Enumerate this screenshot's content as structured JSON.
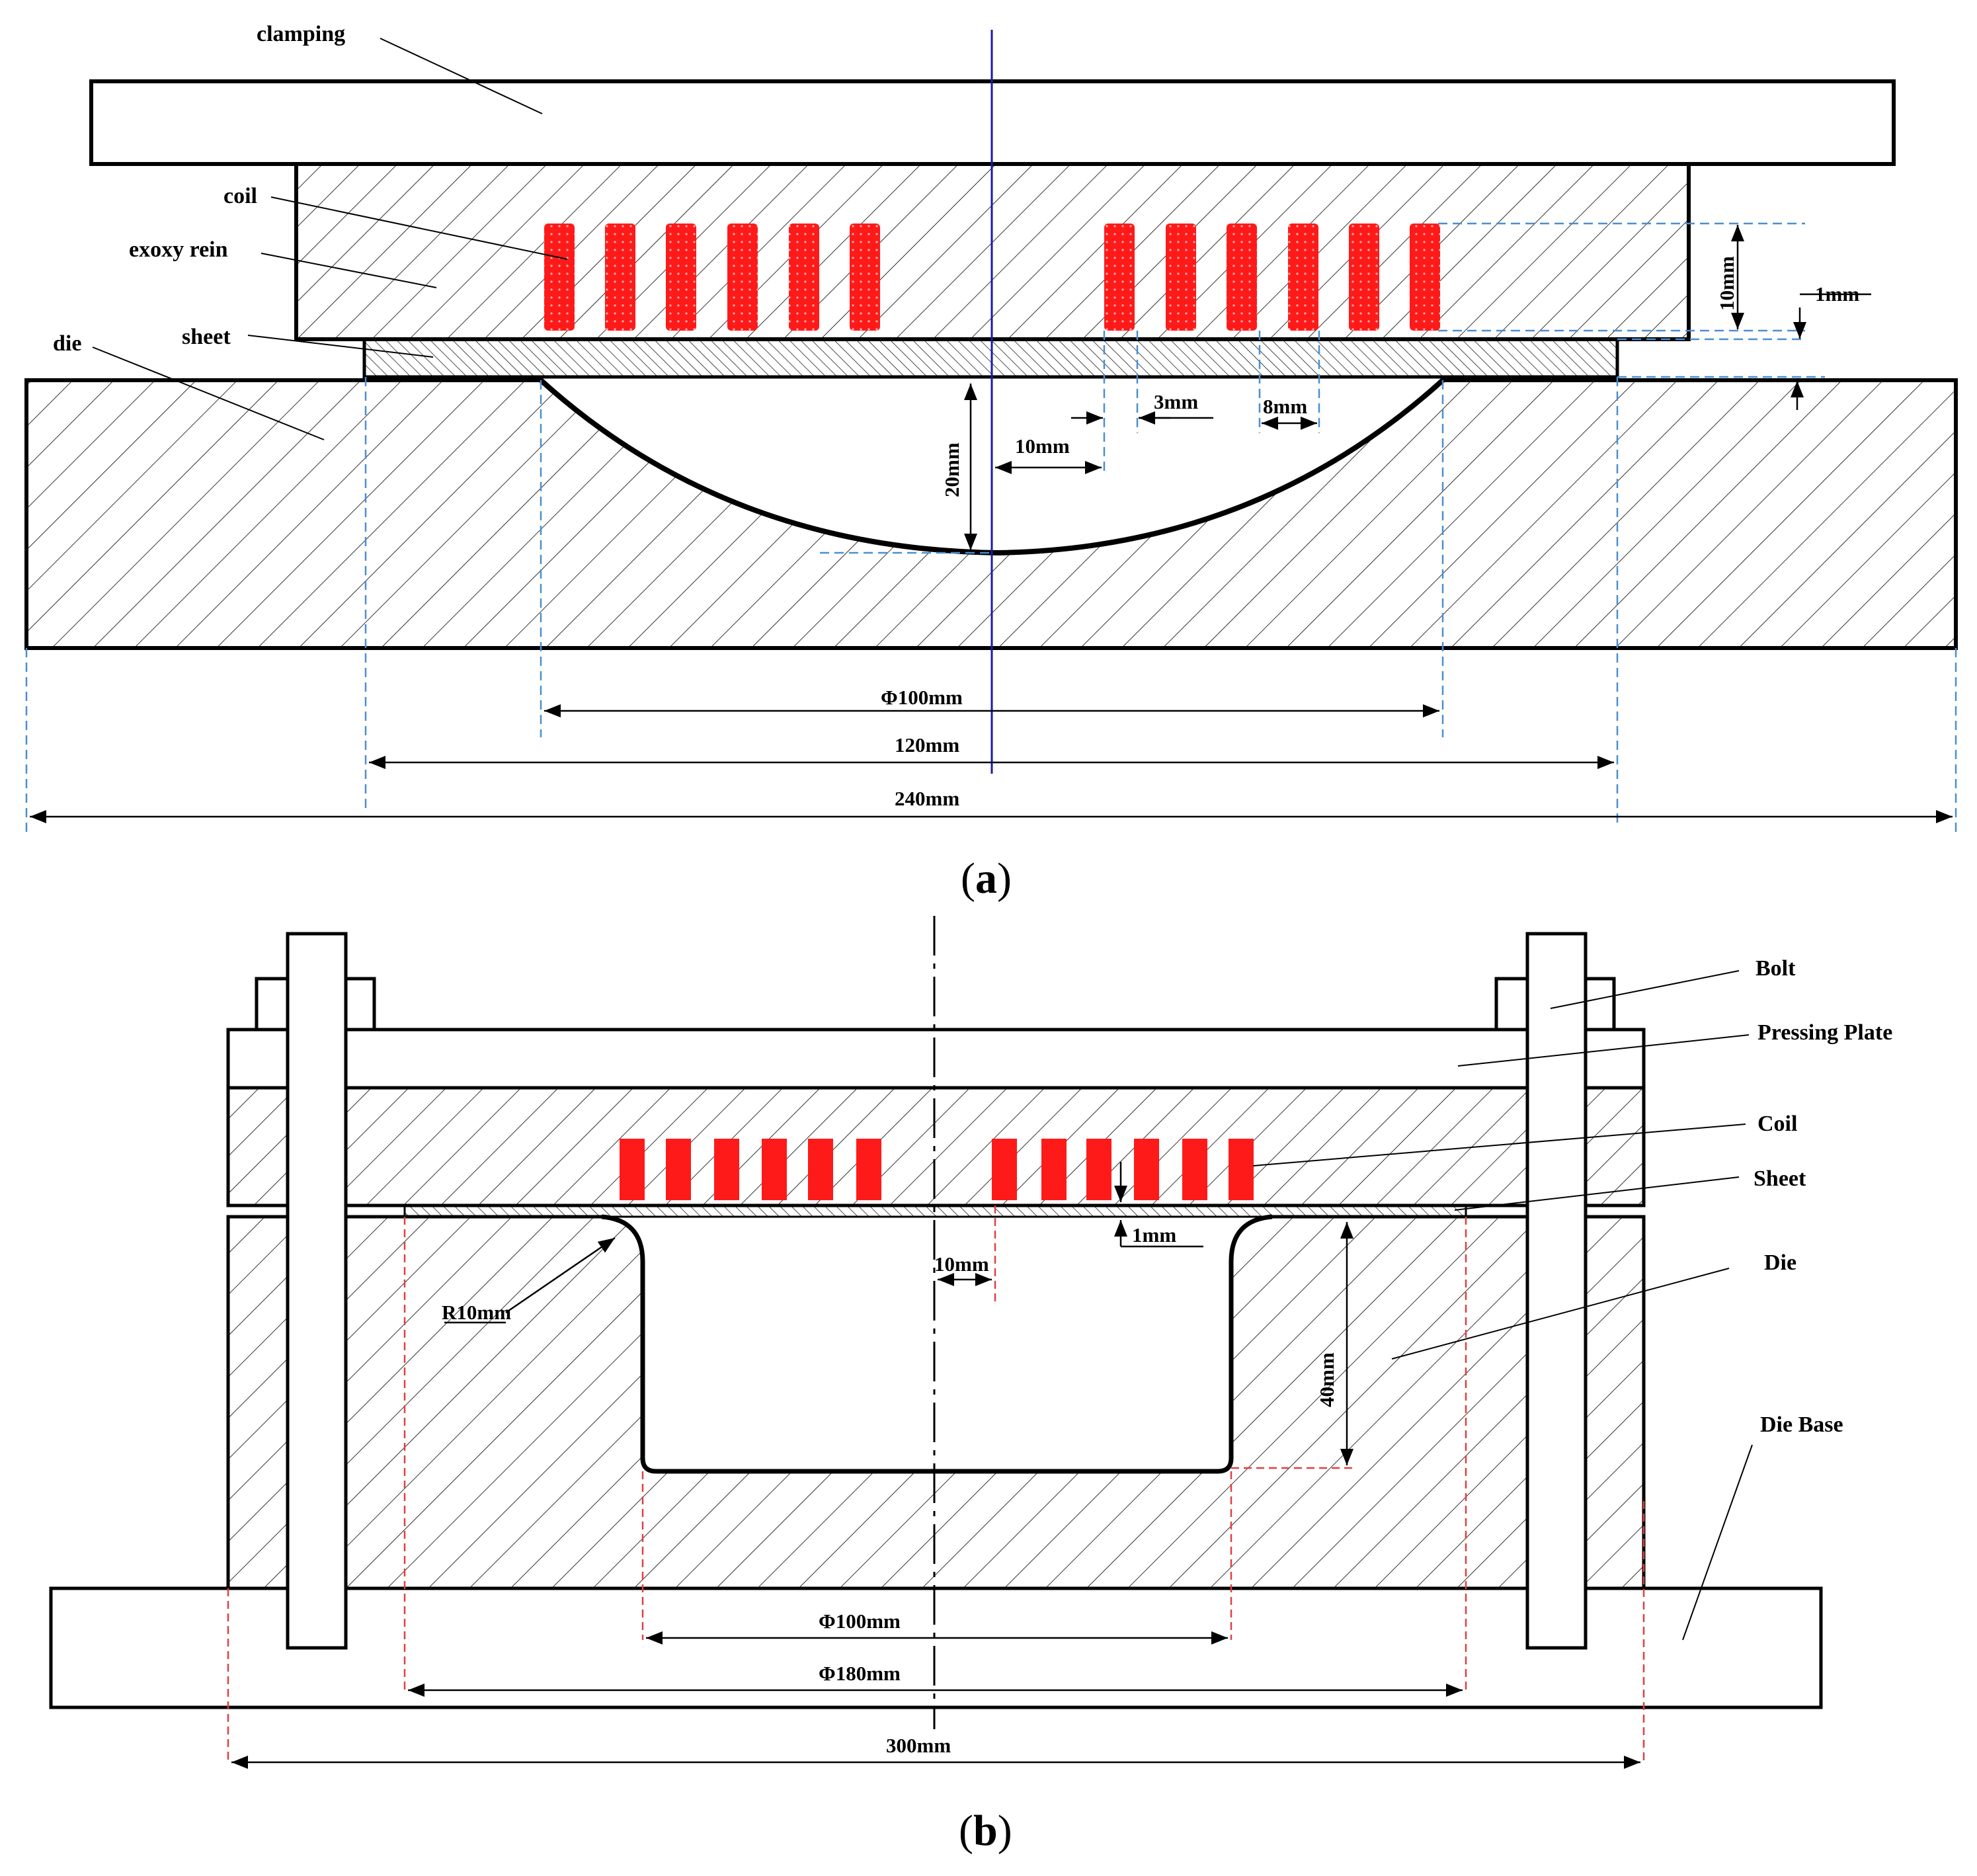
{
  "colors": {
    "outline": "#000000",
    "coil": "#ff1a1a",
    "center_line": "#1a1aa0",
    "guide_a": "#4a8fd0",
    "guide_b": "#e04040",
    "background": "#ffffff"
  },
  "panel_a": {
    "caption_letter": "a",
    "labels": {
      "clamping": "clamping",
      "coil": "coil",
      "epoxy": "exoxy rein",
      "sheet": "sheet",
      "die": "die"
    },
    "dims": {
      "coil_height": "10mm",
      "gap": "1mm",
      "pitch": "3mm",
      "coil_width": "8mm",
      "inner_offset": "10mm",
      "depth": "20mm",
      "cavity_dia": "Φ100mm",
      "sheet_width": "120mm",
      "die_width": "240mm"
    }
  },
  "panel_b": {
    "caption_letter": "b",
    "labels": {
      "bolt": "Bolt",
      "pressing_plate": "Pressing Plate",
      "coil": "Coil",
      "sheet": "Sheet",
      "die": "Die",
      "die_base": "Die Base"
    },
    "dims": {
      "radius": "R10mm",
      "inner_offset": "10mm",
      "gap": "1mm",
      "depth": "40mm",
      "cavity_dia": "Φ100mm",
      "sheet_dia": "Φ180mm",
      "base_width": "300mm"
    }
  }
}
